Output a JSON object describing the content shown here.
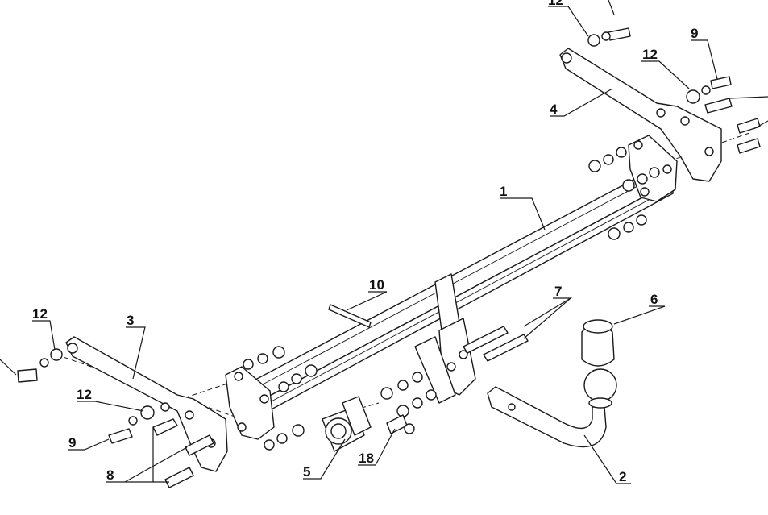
{
  "labels": {
    "l1": "1",
    "l2": "2",
    "l3": "3",
    "l4": "4",
    "l5": "5",
    "l6": "6",
    "l7": "7",
    "l8": "8",
    "l9a": "9",
    "l9b": "9",
    "l10": "10",
    "l12a": "12",
    "l12b": "12",
    "l12c": "12",
    "l12d": "12",
    "l18": "18"
  },
  "colors": {
    "stroke": "#1a1a1a",
    "background": "#ffffff",
    "shade": "#dcdcdc"
  }
}
